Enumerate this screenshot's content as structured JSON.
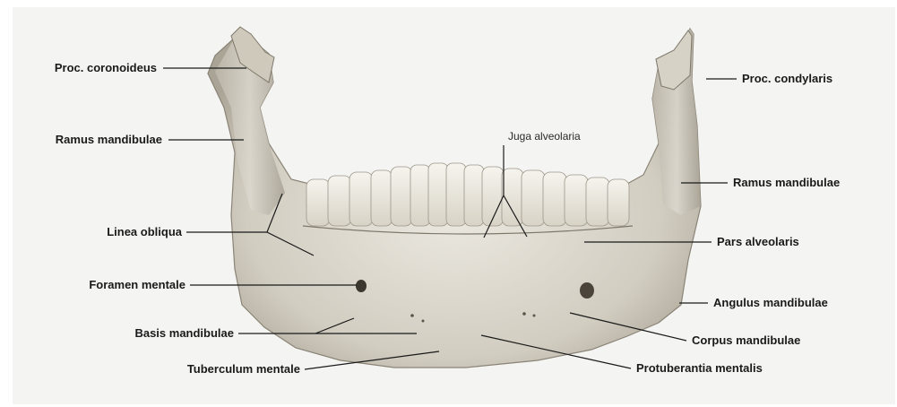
{
  "diagram": {
    "labels": {
      "proc_coronoideus": "Proc. coronoideus",
      "ramus_left": "Ramus mandibulae",
      "linea_obliqua": "Linea obliqua",
      "foramen_mentale": "Foramen mentale",
      "basis_mandibulae": "Basis mandibulae",
      "tuberculum_mentale": "Tuberculum mentale",
      "juga_alveolaria": "Juga alveolaria",
      "proc_condylaris": "Proc. condylaris",
      "ramus_right": "Ramus mandibulae",
      "pars_alveolaris": "Pars alveolaris",
      "angulus_mandibulae": "Angulus mandibulae",
      "corpus_mandibulae": "Corpus mandibulae",
      "protuberantia_mentalis": "Protuberantia mentalis"
    },
    "colors": {
      "background": "#f4f4f3",
      "bone_light": "#e4e0d6",
      "bone_dark": "#a9a395",
      "teeth": "#f1eee6",
      "leader": "#1a1a1a"
    }
  }
}
